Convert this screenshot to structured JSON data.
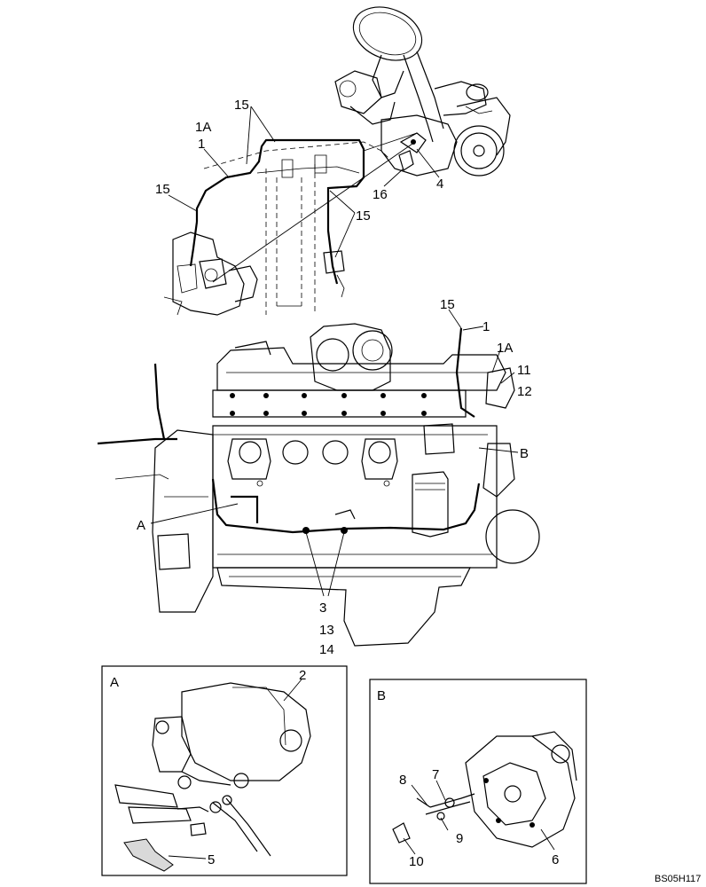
{
  "callouts": {
    "top_1A": "1A",
    "top_1": "1",
    "top_15_a": "15",
    "top_15_b": "15",
    "top_15_c": "15",
    "top_16": "16",
    "top_4": "4",
    "mid_15": "15",
    "mid_1": "1",
    "mid_1A": "1A",
    "mid_11": "11",
    "mid_12": "12",
    "mid_B": "B",
    "mid_A": "A",
    "mid_3": "3",
    "mid_13": "13",
    "mid_14": "14"
  },
  "detail_a": {
    "label": "A",
    "callouts": {
      "c2": "2",
      "c5": "5"
    }
  },
  "detail_b": {
    "label": "B",
    "callouts": {
      "c7": "7",
      "c8": "8",
      "c9": "9",
      "c10": "10",
      "c6": "6"
    }
  },
  "reference_code": "BS05H117"
}
